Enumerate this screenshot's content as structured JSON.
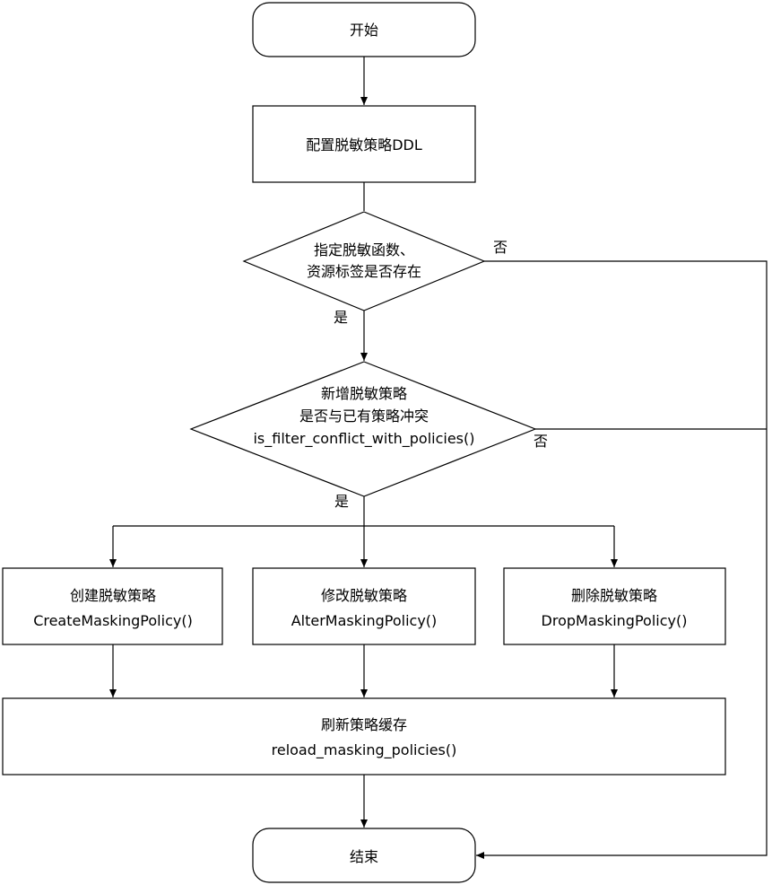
{
  "nodes": {
    "start": {
      "lines": [
        "开始"
      ]
    },
    "config_ddl": {
      "lines": [
        "配置脱敏策略DDL"
      ]
    },
    "check_function_label": {
      "lines": [
        "指定脱敏函数、",
        "资源标签是否存在"
      ]
    },
    "check_conflict": {
      "lines": [
        "新增脱敏策略",
        "是否与已有策略冲突",
        "is_filter_conflict_with_policies()"
      ]
    },
    "create_policy": {
      "lines": [
        "创建脱敏策略",
        "CreateMaskingPolicy()"
      ]
    },
    "alter_policy": {
      "lines": [
        "修改脱敏策略",
        "AlterMaskingPolicy()"
      ]
    },
    "drop_policy": {
      "lines": [
        "删除脱敏策略",
        "DropMaskingPolicy()"
      ]
    },
    "reload_cache": {
      "lines": [
        "刷新策略缓存",
        "reload_masking_policies()"
      ]
    },
    "end": {
      "lines": [
        "结束"
      ]
    }
  },
  "edge_labels": {
    "check1_yes": "是",
    "check1_no": "否",
    "check2_yes": "是",
    "check2_no": "否"
  }
}
